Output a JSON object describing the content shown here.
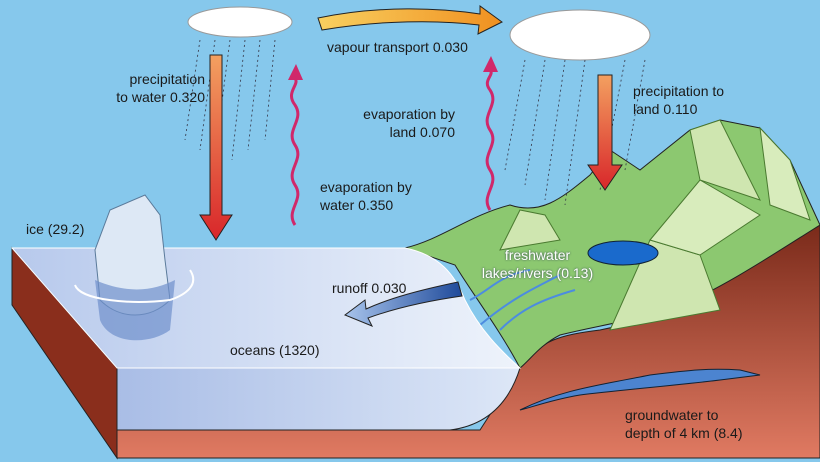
{
  "labels": {
    "precip_water": [
      "precipitation",
      "to water 0.320"
    ],
    "vapour": "vapour transport 0.030",
    "precip_land": [
      "precipitation to",
      "land 0.110"
    ],
    "evap_land": [
      "evaporation by",
      "land 0.070"
    ],
    "evap_water": [
      "evaporation by",
      "water 0.350"
    ],
    "ice": "ice (29.2)",
    "freshwater": [
      "freshwater",
      "lakes/rivers (0.13)"
    ],
    "runoff": "runoff 0.030",
    "oceans": "oceans (1320)",
    "groundwater": [
      "groundwater to",
      "depth of 4 km (8.4)"
    ]
  },
  "colors": {
    "sky": "#86c8ec",
    "ocean": "#c9daf2",
    "land": "#8cc870",
    "earth": "#a8483a",
    "precip_arrow": "#d8262a",
    "evap_wave": "#d0286a",
    "vapour_arrow": "#f0a020",
    "runoff_arrow": "#3a64b0"
  }
}
